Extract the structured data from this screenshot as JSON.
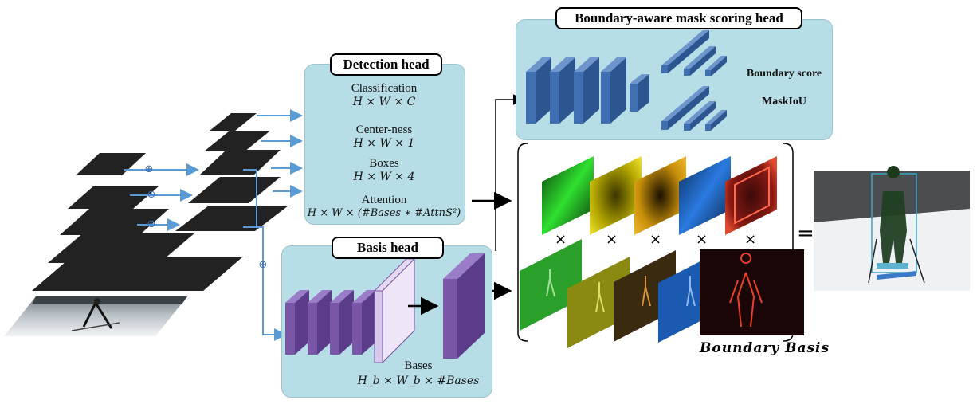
{
  "detection_head": {
    "title": "Detection head",
    "classification": "Classification",
    "classification_dims": "H × W × C",
    "centerness": "Center-ness",
    "centerness_dims": "H × W × 1",
    "boxes": "Boxes",
    "boxes_dims": "H × W × 4",
    "attention": "Attention",
    "attention_dims": "H × W × (#Bases ∗ #AttnS²)"
  },
  "basis_head": {
    "title": "Basis head",
    "bases": "Bases",
    "bases_dims": "H_b × W_b × #Bases"
  },
  "mask_scoring_head": {
    "title": "Boundary-aware mask scoring head",
    "boundary_score": "Boundary score",
    "maskiou": "MaskIoU"
  },
  "boundary_basis_label": "Boundary Basis",
  "times_symbol": "×",
  "equals_symbol": "=",
  "plus_symbol": "⊕",
  "colors": {
    "panel": "#b7dde6",
    "arrow": "#5b9bd5",
    "feature_layer": "#222222",
    "basis_conv": "#7a56a8",
    "scoring_conv": "#3f6fb0"
  }
}
